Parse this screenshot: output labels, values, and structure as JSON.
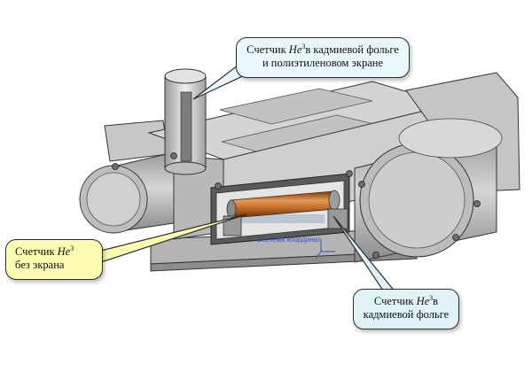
{
  "colors": {
    "callout_top_fill": "#eaf8fb",
    "callout_side_fill": "#fdfab2",
    "callout_bottom_fill": "#dff2f7",
    "housing": "#c9c9c9",
    "housing_dark": "#8f8f8f",
    "tube": "#c8702e",
    "coord_text": "#3553b8"
  },
  "callouts": {
    "top": {
      "prefix": "Счетчик ",
      "symbol": "He",
      "sup": "3",
      "rest_line1": "в кадмиевой фольге",
      "line2": "и полиэтиленовом экране"
    },
    "left": {
      "prefix": "Счетчик ",
      "symbol": "He",
      "sup": "3",
      "line2": "без экрана"
    },
    "bottom": {
      "prefix": "Счетчик ",
      "symbol": "He",
      "sup": "3",
      "rest_line1": "в",
      "line2": "кадмиевой фольге"
    }
  },
  "annotation": {
    "coord_system": "Система координат"
  },
  "icons": [
    "bolt-icon",
    "coordinate-axes-icon"
  ]
}
